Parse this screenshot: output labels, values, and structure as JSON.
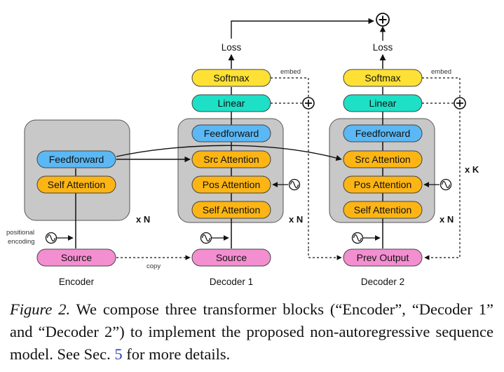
{
  "diagram": {
    "encoder": {
      "title": "Encoder",
      "feedforward": "Feedforward",
      "self_attention": "Self Attention",
      "source": "Source",
      "positional_encoding_line1": "positional",
      "positional_encoding_line2": "encoding",
      "repeat": "x N"
    },
    "copy_label": "copy",
    "decoder1": {
      "title": "Decoder 1",
      "loss": "Loss",
      "softmax": "Softmax",
      "linear": "Linear",
      "feedforward": "Feedforward",
      "src_attention": "Src Attention",
      "pos_attention": "Pos Attention",
      "self_attention": "Self Attention",
      "source": "Source",
      "embed": "embed",
      "repeat": "x N"
    },
    "decoder2": {
      "title": "Decoder 2",
      "loss": "Loss",
      "softmax": "Softmax",
      "linear": "Linear",
      "feedforward": "Feedforward",
      "src_attention": "Src Attention",
      "pos_attention": "Pos Attention",
      "self_attention": "Self Attention",
      "prev_output": "Prev Output",
      "embed": "embed",
      "repeat": "x N",
      "outer_repeat": "x K"
    },
    "colors": {
      "block_bg": "#c8c8c8",
      "feedforward": "#5bb8f5",
      "attention": "#fcb514",
      "softmax": "#ffe135",
      "linear": "#1ee0c6",
      "source": "#f38fd0"
    }
  },
  "caption": {
    "figure": "Figure 2.",
    "text_before_ref": " We compose three transformer blocks (“Encoder”, “Decoder 1” and “Decoder 2”) to implement the proposed non-autoregressive sequence model. See Sec. ",
    "ref": "5",
    "text_after_ref": " for more details."
  }
}
